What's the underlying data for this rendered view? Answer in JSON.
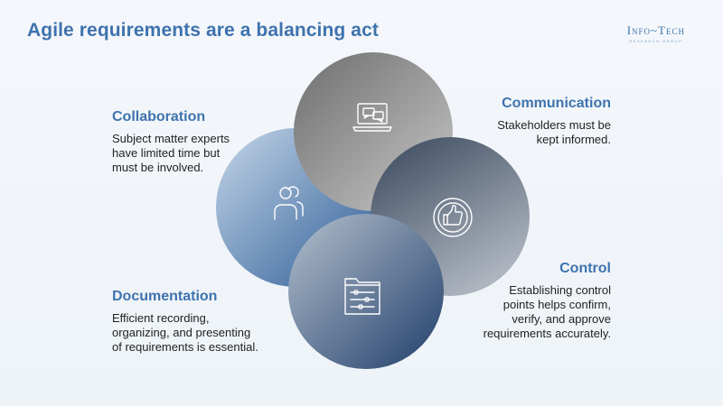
{
  "title": "Agile requirements are a balancing act",
  "logo": {
    "name": "Info~Tech",
    "subtitle": "RESEARCH GROUP"
  },
  "sections": {
    "collaboration": {
      "heading": "Collaboration",
      "lines": [
        "Subject matter experts",
        "have limited time but",
        "must be involved."
      ],
      "icon": "people-icon"
    },
    "communication": {
      "heading": "Communication",
      "lines": [
        "Stakeholders must be",
        "kept informed."
      ],
      "icon": "laptop-chat-icon"
    },
    "control": {
      "heading": "Control",
      "lines": [
        "Establishing control",
        "points helps confirm,",
        "verify, and approve",
        "requirements accurately."
      ],
      "icon": "thumbs-up-icon"
    },
    "documentation": {
      "heading": "Documentation",
      "lines": [
        "Efficient recording,",
        "organizing, and presenting",
        "of requirements is essential."
      ],
      "icon": "folder-settings-icon"
    }
  },
  "colors": {
    "title": "#3e73ad",
    "circle_top": [
      "#a9a9a9",
      "#6f6f6f"
    ],
    "circle_left": [
      "#b9cde3",
      "#2f5f98"
    ],
    "circle_right": [
      "#3a4a60",
      "#a8b0ba"
    ],
    "circle_bottom": [
      "#aab7c6",
      "#254a7a"
    ]
  }
}
